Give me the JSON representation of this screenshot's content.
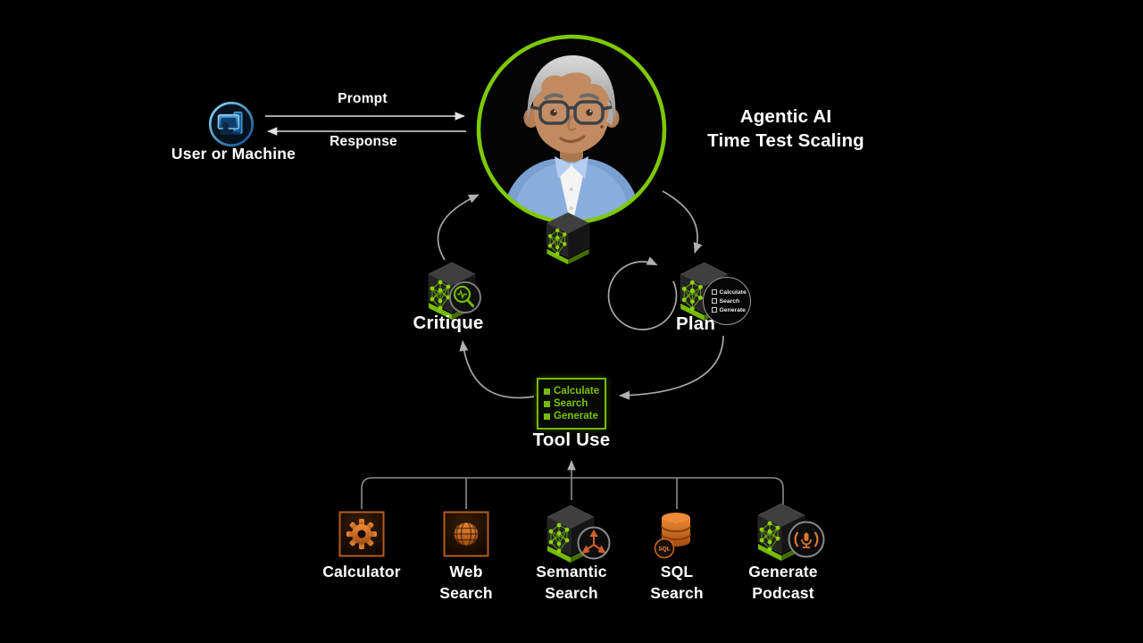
{
  "header": {
    "title_line1": "Agentic AI",
    "title_line2": "Time Test Scaling"
  },
  "user_node": {
    "label": "User or Machine",
    "icon": "monitor-user-icon"
  },
  "io_arrows": {
    "prompt_label": "Prompt",
    "response_label": "Response"
  },
  "agent": {
    "icon": "agent-avatar",
    "core_icon": "neural-cube-icon"
  },
  "cycle": {
    "critique": {
      "label": "Critique",
      "icon": "cube-magnifier-icon"
    },
    "plan": {
      "label": "Plan",
      "icon": "neural-cube-icon",
      "badge_items": [
        "Calculate",
        "Search",
        "Generate"
      ]
    },
    "tool_use": {
      "label": "Tool Use",
      "items": [
        "Calculate",
        "Search",
        "Generate"
      ]
    }
  },
  "tools": [
    {
      "lines": [
        "Calculator"
      ],
      "icon": "gear-icon"
    },
    {
      "lines": [
        "Web",
        "Search"
      ],
      "icon": "globe-icon"
    },
    {
      "lines": [
        "Semantic",
        "Search"
      ],
      "icon": "cube-axes-icon"
    },
    {
      "lines": [
        "SQL",
        "Search"
      ],
      "icon": "database-icon",
      "badge": "SQL"
    },
    {
      "lines": [
        "Generate",
        "Podcast"
      ],
      "icon": "cube-podcast-icon"
    }
  ],
  "colors": {
    "background": "#000000",
    "nvidia_green": "#76b900",
    "ring_green": "#7ec800",
    "orange": "#d9772e",
    "cycle_arrow_gray": "#a8a8a8",
    "io_arrow_white": "#dcdcdc",
    "blue_accent": "#2b8fd4"
  }
}
